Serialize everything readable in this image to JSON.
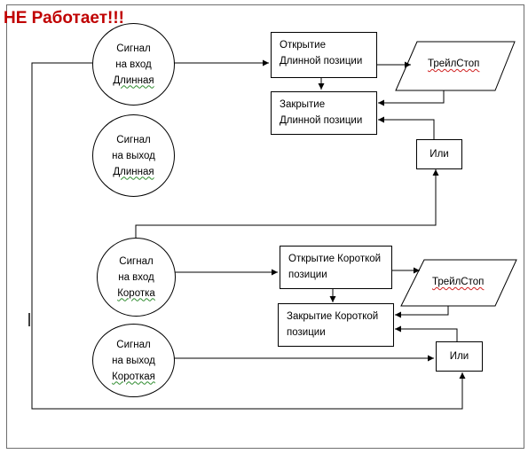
{
  "title": "НЕ Работает!!!",
  "nodes": {
    "long_entry": [
      "Сигнал",
      "на вход",
      "Длинная"
    ],
    "long_exit": [
      "Сигнал",
      "на выход",
      "Длинная"
    ],
    "short_entry": [
      "Сигнал",
      "на вход",
      "Коротка"
    ],
    "short_exit": [
      "Сигнал",
      "на выход",
      "Короткая"
    ],
    "open_long": [
      "Открытие",
      "Длинной позиции"
    ],
    "close_long": [
      "Закрытие",
      "Длинной позиции"
    ],
    "open_short": [
      "Открытие Короткой",
      "позиции"
    ],
    "close_short": [
      "Закрытие Короткой",
      "позиции"
    ],
    "trail_long": "ТрейлСтоп",
    "trail_short": "ТрейлСтоп",
    "or_long": "Или",
    "or_short": "Или"
  },
  "colors": {
    "title": "#c00000",
    "line": "#000000",
    "spellcheck_underline": "#2e8b2e"
  }
}
